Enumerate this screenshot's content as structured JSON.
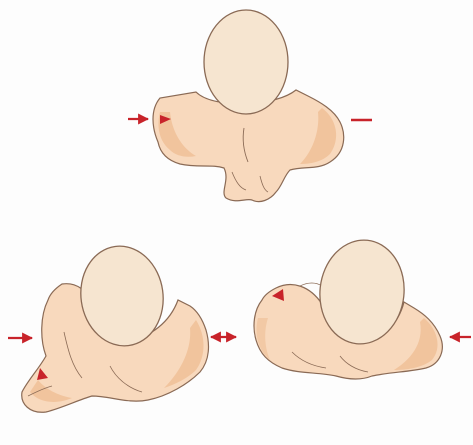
{
  "colors": {
    "background": "#ffffff",
    "skin": "#f8d9bd",
    "skin_shadow": "#efbe95",
    "skin_highlight": "#fbe6d3",
    "head": "#f6e5d0",
    "outline": "#8a6a55",
    "arrow": "#c8232a"
  },
  "figures": [
    {
      "name": "figure-top-symmetric",
      "arrows": [
        "arrow-pointing-right",
        "marker-line-right"
      ],
      "markers": [
        "triangle-marker"
      ]
    },
    {
      "name": "figure-bottom-left-rotated",
      "arrows": [
        "arrow-pointing-right",
        "double-arrow"
      ],
      "markers": [
        "triangle-marker"
      ]
    },
    {
      "name": "figure-bottom-right-rotated",
      "arrows": [
        "arrow-pointing-left"
      ],
      "markers": [
        "triangle-marker"
      ]
    }
  ]
}
